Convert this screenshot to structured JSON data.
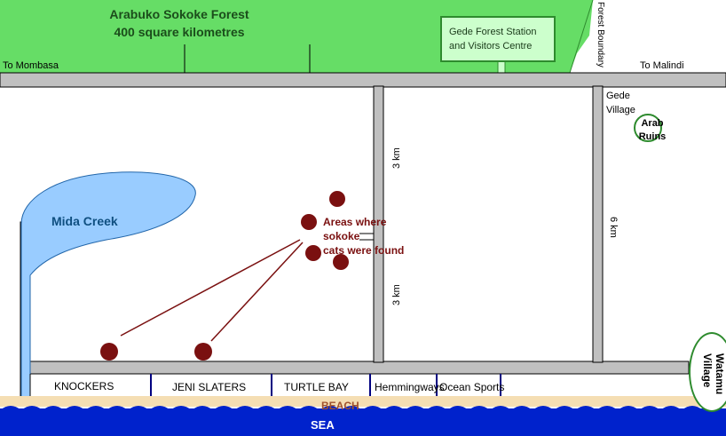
{
  "forest": {
    "name": "Arabuko Sokoke Forest",
    "area": "400 square kilometres"
  },
  "roads": {
    "to_mombasa": "To Mombasa",
    "to_malindi": "To Malindi",
    "forest_boundary": "Forest Boundary"
  },
  "station": {
    "line1": "Gede Forest Station",
    "line2": "and Visitors Centre"
  },
  "places": {
    "gede_village_1": "Gede",
    "gede_village_2": "Village",
    "arab_ruins_1": "Arab",
    "arab_ruins_2": "Ruins",
    "mida_creek": "Mida Creek",
    "watamu_1": "Watamu",
    "watamu_2": "Village"
  },
  "distances": {
    "upper": "3 km",
    "lower": "3 km",
    "east": "6 km"
  },
  "cats": {
    "line1": "Areas where",
    "line2": "sokoke",
    "line3": "cats were found"
  },
  "hotels": [
    "KNOCKERS",
    "JENI SLATERS",
    "TURTLE BAY",
    "Hemmingways",
    "Ocean Sports"
  ],
  "beach": "BEACH",
  "sea": "SEA",
  "colors": {
    "forest": "#66dd66",
    "road": "#c0c0c0",
    "creek": "#99ccff",
    "cat_marker": "#7a1010",
    "sea": "#0022cc",
    "sand": "#f5deb3"
  }
}
